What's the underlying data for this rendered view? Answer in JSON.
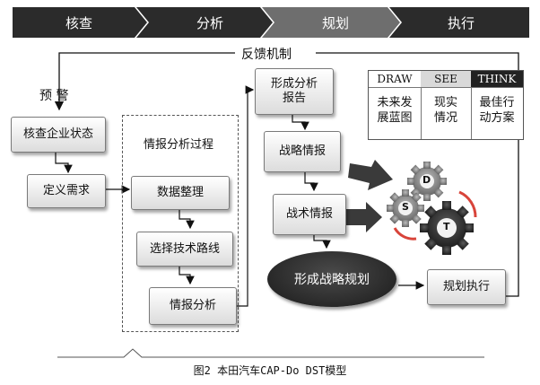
{
  "process_steps": [
    "核查",
    "分析",
    "规划",
    "执行"
  ],
  "feedback_label": "反馈机制",
  "warning_label": "预 警",
  "left_chain": {
    "check_status": "核查企业状态",
    "define_need": "定义需求"
  },
  "intel_process": {
    "title": "情报分析过程",
    "organize": "数据整理",
    "choose_route": "选择技术路线",
    "analyze": "情报分析"
  },
  "right_chain": {
    "report_line1": "形成分析",
    "report_line2": "报告",
    "strategic_intel": "战略情报",
    "tactical_intel": "战术情报",
    "form_plan": "形成战略规划",
    "execute_plan": "规划执行"
  },
  "dst_table": {
    "columns": [
      {
        "head": "DRAW",
        "line1": "未来发",
        "line2": "展蓝图"
      },
      {
        "head": "SEE",
        "line1": "现实",
        "line2": "情况"
      },
      {
        "head": "THINK",
        "line1": "最佳行",
        "line2": "动方案"
      }
    ]
  },
  "gears": [
    "D",
    "S",
    "T"
  ],
  "caption": "图2 本田汽车CAP-Do DST模型",
  "colors": {
    "banner_dark": "#2b2b2b",
    "banner_active": "#6e6e6e",
    "gear_grey": "#8a8a8a",
    "gear_dark": "#3a3a3a",
    "accent_red": "#d8443a"
  }
}
